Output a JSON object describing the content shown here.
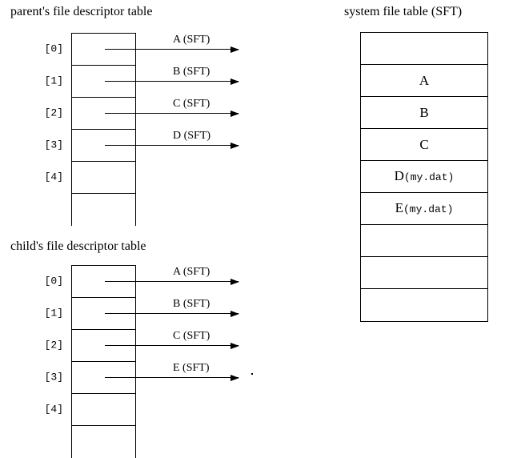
{
  "diagram": {
    "parent_table": {
      "title": "parent's file descriptor table",
      "rows": [
        {
          "index": "[0]",
          "pointer": "A (SFT)",
          "has_pointer": true
        },
        {
          "index": "[1]",
          "pointer": "B (SFT)",
          "has_pointer": true
        },
        {
          "index": "[2]",
          "pointer": "C (SFT)",
          "has_pointer": true
        },
        {
          "index": "[3]",
          "pointer": "D (SFT)",
          "has_pointer": true
        },
        {
          "index": "[4]",
          "pointer": "",
          "has_pointer": false
        },
        {
          "index": "",
          "pointer": "",
          "has_pointer": false
        }
      ]
    },
    "child_table": {
      "title": "child's file descriptor table",
      "rows": [
        {
          "index": "[0]",
          "pointer": "A (SFT)",
          "has_pointer": true
        },
        {
          "index": "[1]",
          "pointer": "B (SFT)",
          "has_pointer": true
        },
        {
          "index": "[2]",
          "pointer": "C (SFT)",
          "has_pointer": true
        },
        {
          "index": "[3]",
          "pointer": "E (SFT)",
          "has_pointer": true
        },
        {
          "index": "[4]",
          "pointer": "",
          "has_pointer": false
        },
        {
          "index": "",
          "pointer": "",
          "has_pointer": false
        }
      ]
    },
    "system_file_table": {
      "title": "system file table (SFT)",
      "rows": [
        {
          "entry": "",
          "file": ""
        },
        {
          "entry": "A",
          "file": ""
        },
        {
          "entry": "B",
          "file": ""
        },
        {
          "entry": "C",
          "file": ""
        },
        {
          "entry": "D",
          "file": "(my.dat)"
        },
        {
          "entry": "E",
          "file": "(my.dat)"
        },
        {
          "entry": "",
          "file": ""
        },
        {
          "entry": "",
          "file": ""
        },
        {
          "entry": "",
          "file": ""
        }
      ]
    },
    "colors": {
      "ink": "#000000",
      "background": "#ffffff"
    }
  }
}
